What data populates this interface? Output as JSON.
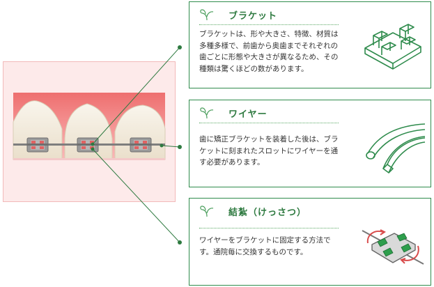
{
  "cards": [
    {
      "title": "ブラケット",
      "body": "ブラケットは、形や大きさ、特徴、材質は多種多様で、前歯から奥歯までそれぞれの歯ごとに形態や大きさが異なるため、その種類は驚くほどの数があります。",
      "icon": "bracket-icon"
    },
    {
      "title": "ワイヤー",
      "body": "歯に矯正ブラケットを装着した後は、ブラケットに刻まれたスロットにワイヤーを通す必要があります。",
      "icon": "wire-icon"
    },
    {
      "title": "結紮（けっさつ）",
      "body": "ワイヤーをブラケットに固定する方法です。通院毎に交換するものです。",
      "icon": "ligature-icon"
    }
  ],
  "colors": {
    "accent_green": "#2e8b4c",
    "gum_red": "#f07f7f",
    "panel_pink": "#fdeaea",
    "bracket_gray": "#9a9a9a",
    "ligature_red": "#e06262"
  }
}
